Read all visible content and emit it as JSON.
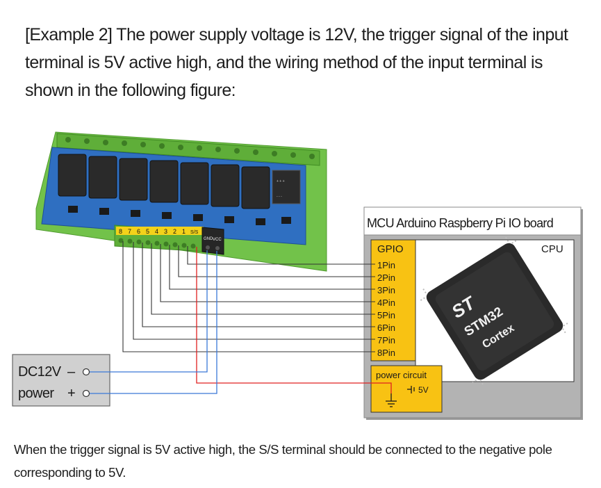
{
  "heading": "[Example 2] The power supply voltage is 12V, the trigger signal of the input terminal is 5V active high, and the wiring method of the input terminal is shown in the following figure:",
  "caption": "When the trigger signal is 5V active high, the S/S terminal should be connected to the negative pole corresponding to 5V.",
  "board": {
    "terminal_labels": [
      "8",
      "7",
      "6",
      "5",
      "4",
      "3",
      "2",
      "1",
      "S/S"
    ],
    "power_terminal_labels": [
      "GND",
      "VCC"
    ]
  },
  "mcu": {
    "title": "MCU Arduino Raspberry Pi IO board",
    "gpio_label": "GPIO",
    "cpu_label": "CPU",
    "pins": [
      "1Pin",
      "2Pin",
      "3Pin",
      "4Pin",
      "5Pin",
      "6Pin",
      "7Pin",
      "8Pin"
    ],
    "power_circuit_label": "power circuit",
    "voltage_label": "5V",
    "chip_brand": "ST",
    "chip_model": "STM32",
    "chip_core": "Cortex"
  },
  "supply": {
    "line1": "DC12V",
    "line2": "power",
    "minus": "–",
    "plus": "+"
  },
  "colors": {
    "gpio_yellow": "#f8c213",
    "board_green": "#6fbf45",
    "pcb_blue": "#2b6fc2",
    "wire_black": "#333333",
    "wire_red": "#e02020",
    "wire_blue": "#3a78d8"
  }
}
